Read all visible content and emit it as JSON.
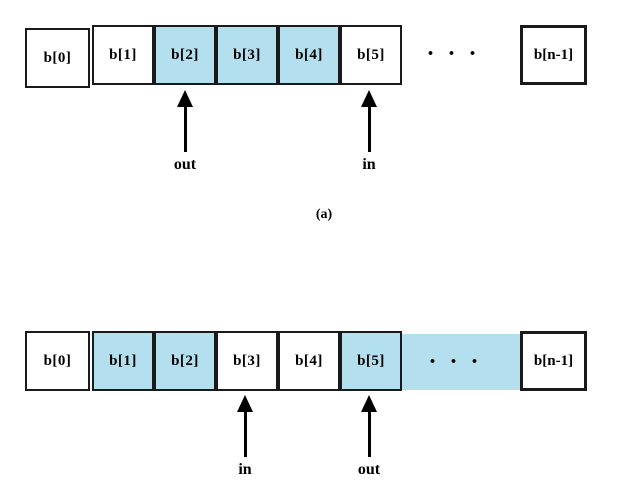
{
  "colors": {
    "cell_fill": "#b3dfee",
    "cell_border": "#1a1a1a",
    "text": "#000000"
  },
  "diagrams": [
    {
      "id": "a",
      "caption": "(a)",
      "cells": [
        {
          "label": "b[0]",
          "filled": false
        },
        {
          "label": "b[1]",
          "filled": false
        },
        {
          "label": "b[2]",
          "filled": true
        },
        {
          "label": "b[3]",
          "filled": true
        },
        {
          "label": "b[4]",
          "filled": true
        },
        {
          "label": "b[5]",
          "filled": false
        }
      ],
      "ellipsis": "···",
      "last_cell": {
        "label": "b[n-1]",
        "filled": false
      },
      "wrap_region_filled": false,
      "pointers": [
        {
          "label": "out",
          "points_to": "b[2]"
        },
        {
          "label": "in",
          "points_to": "b[5]"
        }
      ]
    },
    {
      "id": "b",
      "cells": [
        {
          "label": "b[0]",
          "filled": false
        },
        {
          "label": "b[1]",
          "filled": true
        },
        {
          "label": "b[2]",
          "filled": true
        },
        {
          "label": "b[3]",
          "filled": false
        },
        {
          "label": "b[4]",
          "filled": false
        },
        {
          "label": "b[5]",
          "filled": true
        }
      ],
      "ellipsis": "···",
      "last_cell": {
        "label": "b[n-1]",
        "filled": false
      },
      "wrap_region_filled": true,
      "pointers": [
        {
          "label": "in",
          "points_to": "b[3]"
        },
        {
          "label": "out",
          "points_to": "b[5]"
        }
      ]
    }
  ]
}
